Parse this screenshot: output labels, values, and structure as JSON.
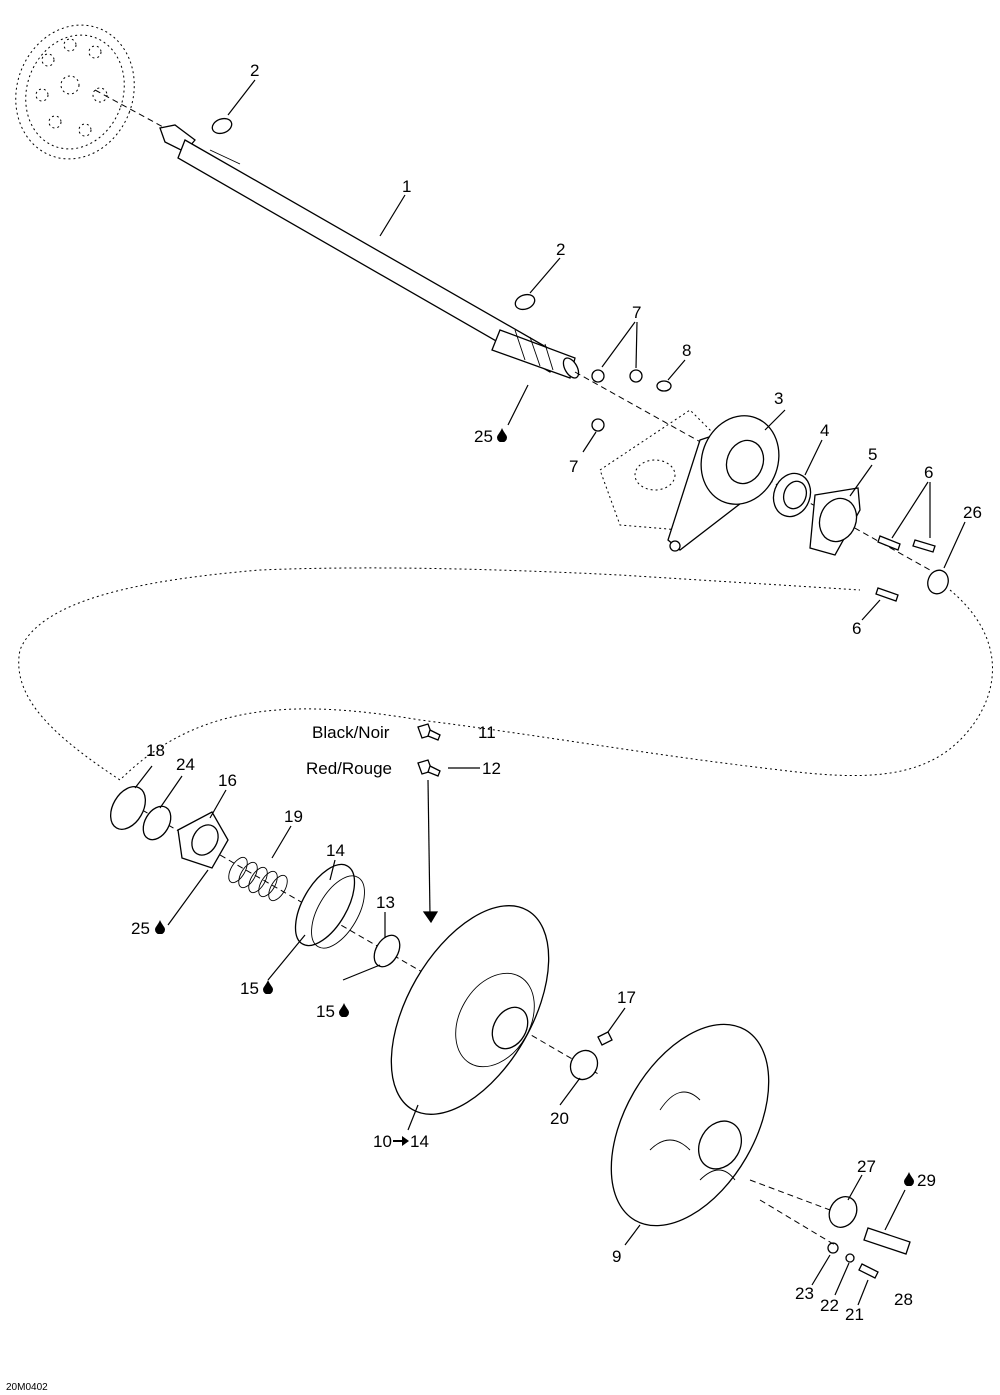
{
  "diagram": {
    "callouts": {
      "c1": "1",
      "c2a": "2",
      "c2b": "2",
      "c3": "3",
      "c4": "4",
      "c5": "5",
      "c6a": "6",
      "c6b": "6",
      "c7a": "7",
      "c7b": "7",
      "c8": "8",
      "c9": "9",
      "c10": "10",
      "c10to": "14",
      "c11": "11",
      "c12": "12",
      "c13": "13",
      "c14": "14",
      "c15a": "15",
      "c15b": "15",
      "c16": "16",
      "c17": "17",
      "c18": "18",
      "c19": "19",
      "c20": "20",
      "c21": "21",
      "c22": "22",
      "c23": "23",
      "c24": "24",
      "c25a": "25",
      "c25b": "25",
      "c26": "26",
      "c27": "27",
      "c28": "28",
      "c29": "29"
    },
    "legend": {
      "black_label": "Black/Noir",
      "red_label": "Red/Rouge"
    },
    "drawing_code": "20M0402"
  }
}
